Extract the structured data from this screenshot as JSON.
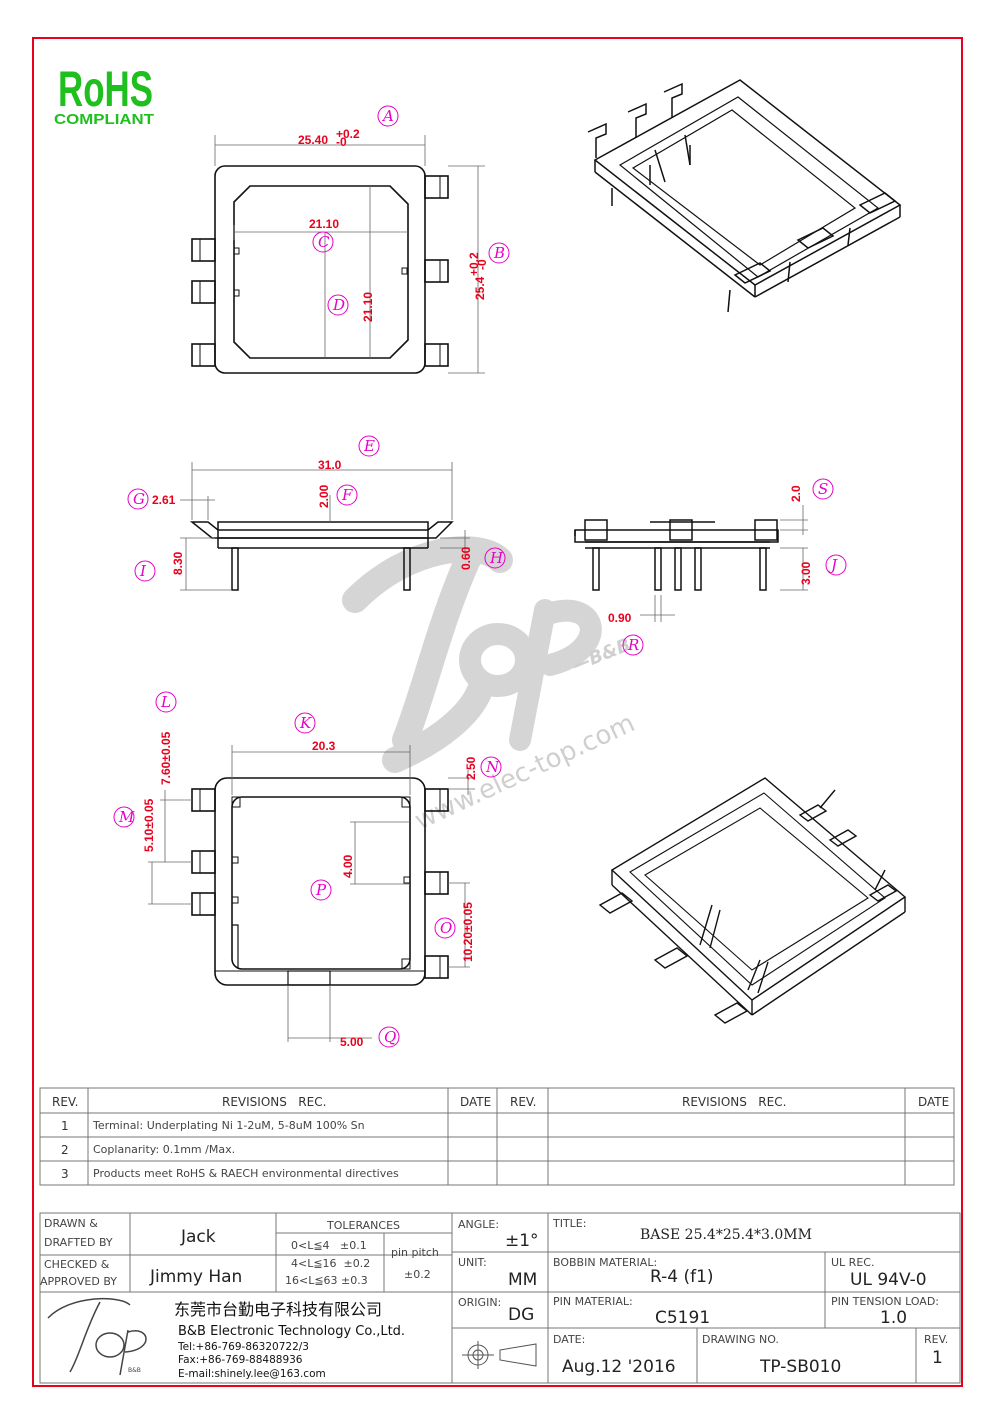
{
  "logo": {
    "title": "RoHS",
    "subtitle": "COMPLIANT"
  },
  "watermark": {
    "url": "www.elec-top.com",
    "brand_suffix": "—B&B"
  },
  "views": {
    "top": {
      "dims": {
        "A_width": "25.40",
        "A_tol_plus": "+0.2",
        "A_tol_minus": "-0",
        "B_height": "25.4",
        "B_tol_plus": "+0.2",
        "B_tol_minus": "-0",
        "C_inner_w": "21.10",
        "D_inner_h": "21.10"
      },
      "labels": {
        "A": "A",
        "B": "B",
        "C": "C",
        "D": "D"
      }
    },
    "front": {
      "dims": {
        "E": "31.0",
        "F": "2.00",
        "G": "2.61",
        "I": "8.30",
        "H": "0.60"
      },
      "labels": {
        "E": "E",
        "F": "F",
        "G": "G",
        "I": "I",
        "H": "H"
      }
    },
    "side": {
      "dims": {
        "S": "2.0",
        "J": "3.00",
        "R": "0.90"
      },
      "labels": {
        "S": "S",
        "J": "J",
        "R": "R"
      }
    },
    "bottom": {
      "dims": {
        "K": "20.3",
        "L": "7.60±0.05",
        "M": "5.10±0.05",
        "N": "2.50",
        "P": "4.00",
        "O": "10.20±0.05",
        "Q": "5.00"
      },
      "labels": {
        "K": "K",
        "L": "L",
        "M": "M",
        "N": "N",
        "P": "P",
        "O": "O",
        "Q": "Q"
      }
    }
  },
  "revisions": {
    "headers": {
      "rev": "REV.",
      "rec": "REVISIONS   REC.",
      "date": "DATE"
    },
    "rows": [
      {
        "rev": "1",
        "text": "Terminal: Underplating Ni 1-2uM, 5-8uM 100% Sn"
      },
      {
        "rev": "2",
        "text": "Coplanarity: 0.1mm  /Max."
      },
      {
        "rev": "3",
        "text": "Products meet RoHS & RAECH environmental directives"
      }
    ]
  },
  "title_block": {
    "drawn_label_1": "DRAWN &",
    "drawn_label_2": "DRAFTED BY",
    "drawn_by": "Jack",
    "checked_label_1": "CHECKED &",
    "checked_label_2": "APPROVED BY",
    "checked_by": "Jimmy Han",
    "tolerances_label": "TOLERANCES",
    "tol_1": "0<L≦4   ±0.1",
    "tol_2": "4<L≦16  ±0.2",
    "tol_3": "16<L≦63 ±0.3",
    "pin_pitch_label": "pin pitch",
    "pin_pitch_value": "±0.2",
    "angle_label": "ANGLE:",
    "angle_value": "±1°",
    "unit_label": "UNIT:",
    "unit_value": "MM",
    "origin_label": "ORIGIN:",
    "origin_value": "DG",
    "title_label": "TITLE:",
    "title_value": "BASE 25.4*25.4*3.0MM",
    "bobbin_label": "BOBBIN MATERIAL:",
    "bobbin_value": "R-4 (f1)",
    "ul_label": "UL REC.",
    "ul_value": "UL 94V-0",
    "pin_mat_label": "PIN MATERIAL:",
    "pin_mat_value": "C5191",
    "tension_label": "PIN TENSION LOAD:",
    "tension_value": "1.0",
    "date_label": "DATE:",
    "date_value": "Aug.12 '2016",
    "drawing_label": "DRAWING NO.",
    "drawing_value": "TP-SB010",
    "rev_label": "REV.",
    "rev_value": "1",
    "company_cn": "东莞市台勤电子科技有限公司",
    "company_en": "B&B Electronic Technology Co.,Ltd.",
    "tel": "Tel:+86-769-86320722/3",
    "fax": "Fax:+86-769-88488936",
    "email": "E-mail:shinely.lee@163.com",
    "logo_small": "B&B"
  },
  "colors": {
    "border": "#e8001c",
    "rohs_green": "#1fbf1f",
    "dim_red": "#e8001c",
    "label_magenta": "#e600c8",
    "line": "#111111",
    "table_line": "#777777"
  }
}
